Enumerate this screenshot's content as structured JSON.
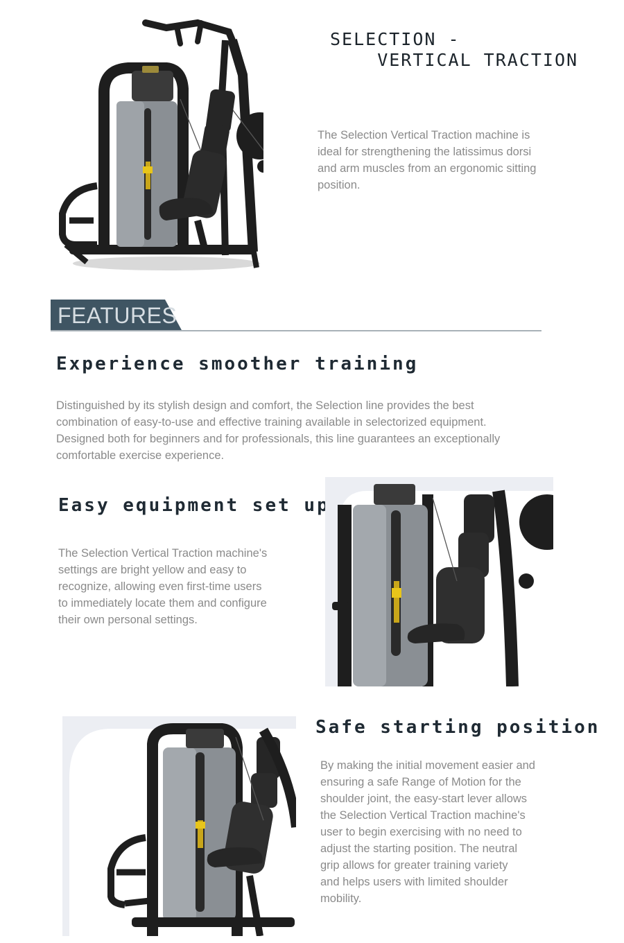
{
  "product": {
    "title": "SELECTION -\n    VERTICAL TRACTION",
    "description": "The Selection Vertical Traction machine is\nideal for strengthening the latissimus dorsi\n and arm muscles from an ergonomic sitting\nposition."
  },
  "features": {
    "label": "FEATURES",
    "banner_color": "#3f5563"
  },
  "sections": [
    {
      "heading": "Experience smoother training",
      "text": "Distinguished by its stylish design and comfort, the Selection line provides the best\ncombination of easy-to-use and effective training available in selectorized equipment.\nDesigned both for beginners and for professionals, this line guarantees an exceptionally\n comfortable exercise experience."
    },
    {
      "heading": "Easy equipment set up",
      "text": "The Selection Vertical Traction machine's\nsettings are bright yellow and easy to\nrecognize, allowing even first-time users\n to immediately locate them and configure\n their own personal settings."
    },
    {
      "heading": "Safe starting position",
      "text": "By making the initial movement easier and\nensuring a safe Range of Motion for the\nshoulder joint, the easy-start lever allows\nthe Selection Vertical Traction machine's\nuser to begin exercising with no need to\nadjust the starting position. The neutral\ngrip allows for greater training variety\nand helps users with limited shoulder\nmobility."
    }
  ],
  "colors": {
    "frame": "#1e1e1e",
    "weight_stack": "#8a8f94",
    "accent_yellow": "#e8c51a",
    "photo_background": "#eceef3"
  }
}
